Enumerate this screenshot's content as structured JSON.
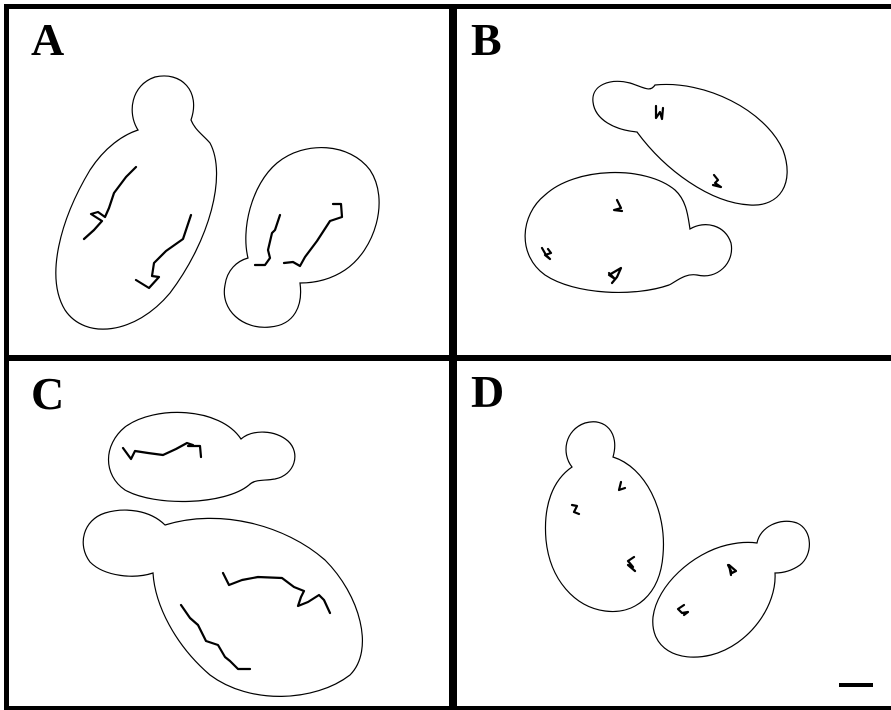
{
  "figure": {
    "panels": [
      {
        "id": "a",
        "label": "A"
      },
      {
        "id": "b",
        "label": "B"
      },
      {
        "id": "c",
        "label": "C"
      },
      {
        "id": "d",
        "label": "D"
      }
    ]
  }
}
